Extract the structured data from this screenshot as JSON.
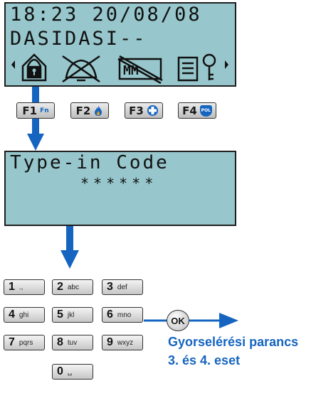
{
  "lcd_top": {
    "line1": "18:23 20/08/08",
    "line2": "DASIDASI--",
    "icons": [
      "user-lock-icon",
      "alarm-off-icon",
      "mm-crossed-icon",
      "events-log-key-icon"
    ]
  },
  "function_keys": [
    {
      "label": "F1",
      "badge": "Fn"
    },
    {
      "label": "F2",
      "badge_icon": "fire-icon"
    },
    {
      "label": "F3",
      "badge_icon": "medical-cross-icon"
    },
    {
      "label": "F4",
      "badge": "POL"
    }
  ],
  "lcd_bottom": {
    "line1": "Type-in Code",
    "line2": "******"
  },
  "keypad": [
    {
      "num": "1",
      "sub": ".,"
    },
    {
      "num": "2",
      "sub": "abc"
    },
    {
      "num": "3",
      "sub": "def"
    },
    {
      "num": "4",
      "sub": "ghi"
    },
    {
      "num": "5",
      "sub": "jkl"
    },
    {
      "num": "6",
      "sub": "mno"
    },
    {
      "num": "7",
      "sub": "pqrs"
    },
    {
      "num": "8",
      "sub": "tuv"
    },
    {
      "num": "9",
      "sub": "wxyz"
    },
    {
      "num": "0",
      "sub": "␣"
    }
  ],
  "ok_button": {
    "label": "OK"
  },
  "caption": {
    "line1": "Gyorselérési parancs",
    "line2": "3. és 4. eset"
  },
  "colors": {
    "lcd": "#97c7cc",
    "arrow": "#1565c0",
    "caption": "#1565c0"
  }
}
